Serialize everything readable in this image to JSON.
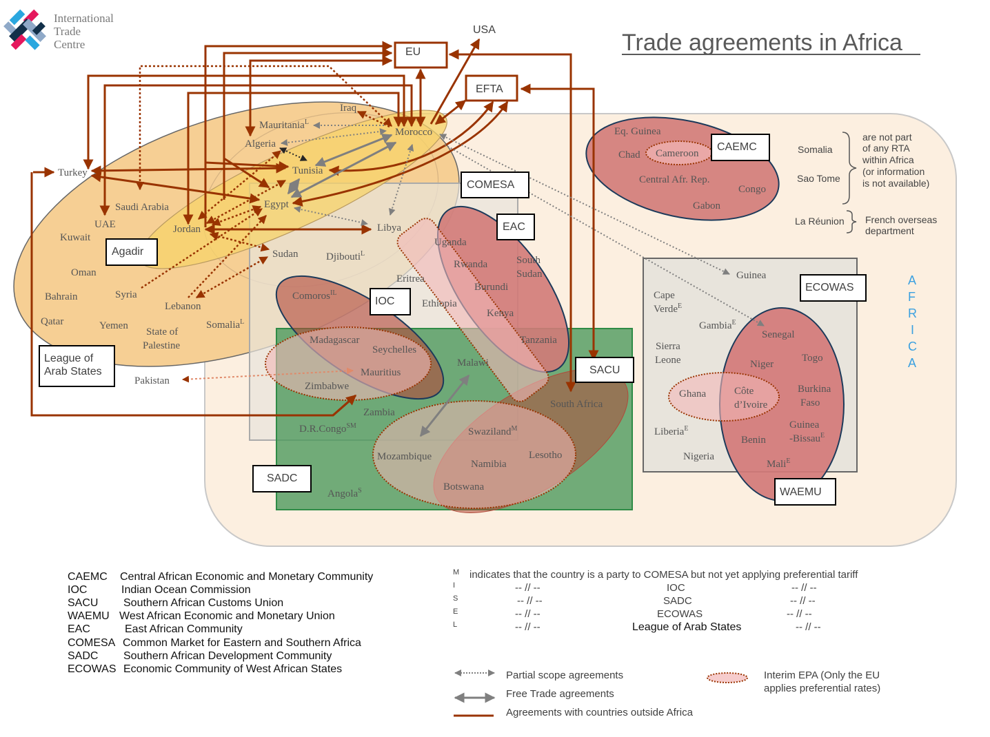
{
  "logo": {
    "line1": "International",
    "line2": "Trade",
    "line3": "Centre"
  },
  "title": "Trade agreements in Africa",
  "colors": {
    "outside_agreement": "#993300",
    "free_trade": "#7f7f7f",
    "africa_bg": "#fcefe0",
    "arab_league": "#f6cf94",
    "agadir": "#f7d36a",
    "comesa": "#e8e4dc",
    "sadc": "#4e9a5e",
    "rec_ellipse": "#d27a78",
    "epa": "#f2b7b7",
    "africa_label": "#3aa0e0"
  },
  "outside_partners": {
    "usa": "USA",
    "eu": "EU",
    "efta": "EFTA",
    "turkey": "Turkey",
    "pakistan": "Pakistan"
  },
  "group_labels": {
    "agadir": "Agadir",
    "arab_league_1": "League of",
    "arab_league_2": "Arab States",
    "comesa": "COMESA",
    "eac": "EAC",
    "ioc": "IOC",
    "sacu": "SACU",
    "sadc": "SADC",
    "caemc": "CAEMC",
    "ecowas": "ECOWAS",
    "waemu": "WAEMU"
  },
  "countries": {
    "iraq": "Iraq",
    "mauritania": "Mauritania",
    "mauritania_sup": "L",
    "morocco": "Morocco",
    "algeria": "Algeria",
    "tunisia": "Tunisia",
    "egypt": "Egypt",
    "libya": "Libya",
    "saudi_arabia": "Saudi Arabia",
    "uae": "UAE",
    "kuwait": "Kuwait",
    "jordan": "Jordan",
    "sudan": "Sudan",
    "djibouti": "Djibouti",
    "djibouti_sup": "L",
    "oman": "Oman",
    "bahrain": "Bahrain",
    "syria": "Syria",
    "lebanon": "Lebanon",
    "qatar": "Qatar",
    "yemen": "Yemen",
    "palestine_1": "State of",
    "palestine_2": "Palestine",
    "somalia_l": "Somalia",
    "somalia_l_sup": "L",
    "eritrea": "Eritrea",
    "ethiopia": "Ethiopia",
    "comoros": "Comoros",
    "comoros_sup": "IL",
    "madagascar": "Madagascar",
    "seychelles": "Seychelles",
    "mauritius": "Mauritius",
    "zimbabwe": "Zimbabwe",
    "zambia": "Zambia",
    "malawi": "Malawi",
    "drc": "D.R.Congo",
    "drc_sup": "SM",
    "mozambique": "Mozambique",
    "swaziland": "Swaziland",
    "swaziland_sup": "M",
    "namibia": "Namibia",
    "lesotho": "Lesotho",
    "botswana": "Botswana",
    "angola": "Angola",
    "angola_sup": "S",
    "south_africa": "South Africa",
    "uganda": "Uganda",
    "rwanda": "Rwanda",
    "burundi": "Burundi",
    "kenya": "Kenya",
    "south_sudan_1": "South",
    "south_sudan_2": "Sudan",
    "tanzania": "Tanzania",
    "eq_guinea": "Eq. Guinea",
    "chad": "Chad",
    "cameroon": "Cameroon",
    "car": "Central Afr. Rep.",
    "congo": "Congo",
    "gabon": "Gabon",
    "guinea": "Guinea",
    "cape_verde_1": "Cape",
    "cape_verde_2": "Verde",
    "cape_verde_sup": "E",
    "gambia": "Gambia",
    "gambia_sup": "E",
    "sierra_leone_1": "Sierra",
    "sierra_leone_2": "Leone",
    "senegal": "Senegal",
    "niger": "Niger",
    "togo": "Togo",
    "ghana": "Ghana",
    "cote_1": "Côte",
    "cote_2": "d’Ivoire",
    "burkina_1": "Burkina",
    "burkina_2": "Faso",
    "liberia": "Liberia",
    "liberia_sup": "E",
    "guinea_bissau_1": "Guinea",
    "guinea_bissau_2": "-Bissau",
    "guinea_bissau_sup": "E",
    "benin": "Benin",
    "nigeria": "Nigeria",
    "mali": "Mali",
    "mali_sup": "E"
  },
  "side_notes": {
    "somalia": "Somalia",
    "sao_tome": "Sao Tome",
    "not_part": [
      "are not part",
      "of any RTA",
      "within Africa",
      "(or information",
      "is not available)"
    ],
    "la_reunion": "La Réunion",
    "french": [
      "French overseas",
      "department"
    ]
  },
  "africa_label": [
    "A",
    "F",
    "R",
    "I",
    "C",
    "A"
  ],
  "abbreviations": [
    {
      "abbr": "CAEMC",
      "name": "Central African Economic and Monetary Community"
    },
    {
      "abbr": "IOC",
      "name": "Indian Ocean Commission"
    },
    {
      "abbr": "SACU",
      "name": "Southern African Customs Union"
    },
    {
      "abbr": "WAEMU",
      "name": "West African Economic and Monetary Union"
    },
    {
      "abbr": "EAC",
      "name": "East African Community"
    },
    {
      "abbr": "COMESA",
      "name": "Common Market for Eastern and Southern Africa"
    },
    {
      "abbr": "SADC",
      "name": "Southern African Development Community"
    },
    {
      "abbr": "ECOWAS",
      "name": "Economic Community of West African States"
    }
  ],
  "superscript_notes": [
    {
      "letter": "M",
      "text": "indicates that the country is a party to COMESA but not yet applying preferential tariff"
    },
    {
      "letter": "I",
      "left": "-- // --",
      "org": "IOC",
      "right": "-- // --"
    },
    {
      "letter": "S",
      "left": "-- // --",
      "org": "SADC",
      "right": "-- // --"
    },
    {
      "letter": "E",
      "left": "-- // --",
      "org": "ECOWAS",
      "right": "-- // --"
    },
    {
      "letter": "L",
      "left": "-- // --",
      "org": "League of Arab States",
      "right": "-- // --"
    }
  ],
  "line_legend": {
    "partial": "Partial scope agreements",
    "fta": "Free Trade agreements",
    "outside": "Agreements with countries outside Africa",
    "epa_1": "Interim EPA (Only the EU",
    "epa_2": "applies preferential rates)"
  }
}
